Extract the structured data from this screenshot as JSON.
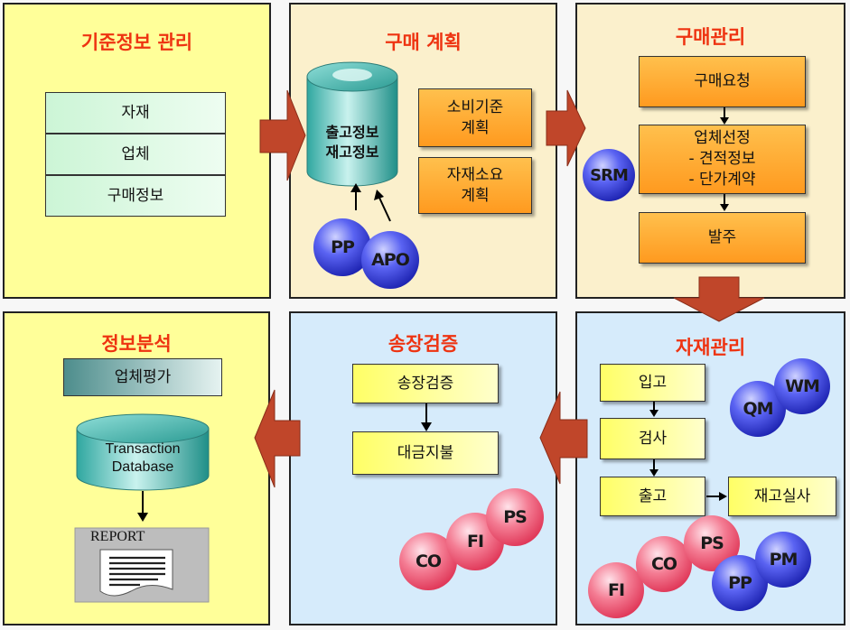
{
  "panels": {
    "master": {
      "title": "기준정보 관리",
      "items": [
        "자재",
        "업체",
        "구매정보"
      ]
    },
    "plan": {
      "title": "구매 계획",
      "db_line1": "출고정보",
      "db_line2": "재고정보",
      "boxes": [
        [
          "소비기준",
          "계획"
        ],
        [
          "자재소요",
          "계획"
        ]
      ],
      "circles": [
        "PP",
        "APO"
      ]
    },
    "purchase": {
      "title": "구매관리",
      "steps": [
        [
          "구매요청"
        ],
        [
          "업체선정",
          "- 견적정보",
          "- 단가계약"
        ],
        [
          "발주"
        ]
      ],
      "circle": "SRM"
    },
    "material": {
      "title": "자재관리",
      "steps": [
        "입고",
        "검사",
        "출고"
      ],
      "side": "재고실사",
      "top_circles": [
        "QM",
        "WM"
      ],
      "bottom_circles": [
        "FI",
        "CO",
        "PS",
        "PP",
        "PM"
      ]
    },
    "invoice": {
      "title": "송장검증",
      "steps": [
        "송장검증",
        "대금지불"
      ],
      "circles": [
        "CO",
        "FI",
        "PS"
      ]
    },
    "analysis": {
      "title": "정보분석",
      "box": "업체평가",
      "db_line1": "Transaction",
      "db_line2": "Database",
      "report": "REPORT"
    }
  },
  "colors": {
    "title_red": "#ee3311",
    "arrow_brown": "#c0462a",
    "panel_yellow": "#ffff99",
    "panel_cream": "#fbf0cc",
    "panel_blue": "#d6ebfb"
  }
}
